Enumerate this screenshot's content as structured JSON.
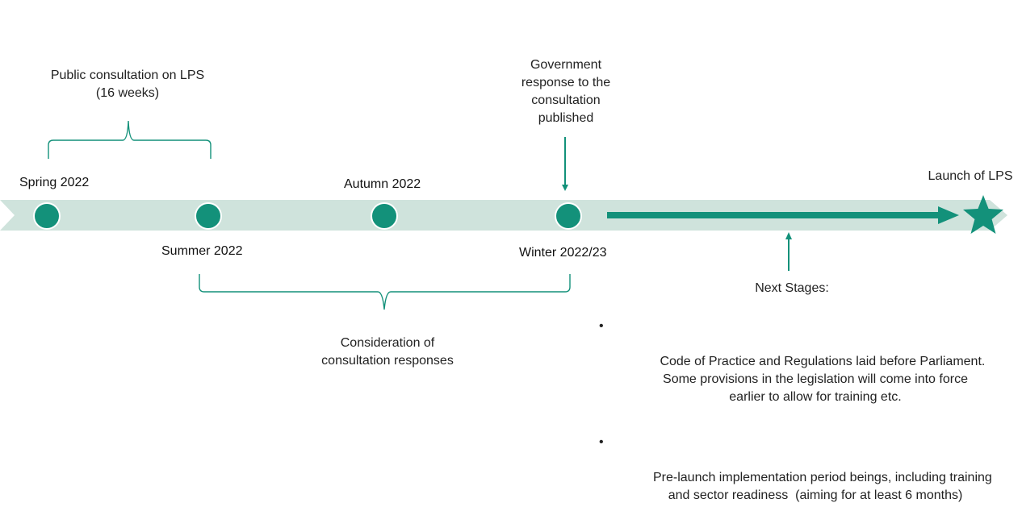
{
  "colors": {
    "band": "#cfe3dc",
    "accent": "#13917a",
    "node_border": "#ffffff"
  },
  "milestones": [
    {
      "id": "spring",
      "label": "Spring 2022"
    },
    {
      "id": "summer",
      "label": "Summer 2022"
    },
    {
      "id": "autumn",
      "label": "Autumn 2022"
    },
    {
      "id": "winter",
      "label": "Winter 2022/23"
    }
  ],
  "annotations": {
    "consultation": "Public consultation on LPS\n(16 weeks)",
    "government_response": "Government\nresponse to the\nconsultation\npublished",
    "consideration": "Consideration of\nconsultation responses",
    "launch": "Launch of LPS",
    "next_stages_title": "Next Stages:"
  },
  "next_stages": [
    "Code of Practice and Regulations laid before Parliament.\nSome provisions in the legislation will come into force\nearlier to allow for training etc.",
    "Pre-launch implementation period beings, including training\nand sector readiness  (aiming for at least 6 months)"
  ],
  "bullet_glyph": "•",
  "icons": {
    "launch": "star-icon"
  }
}
